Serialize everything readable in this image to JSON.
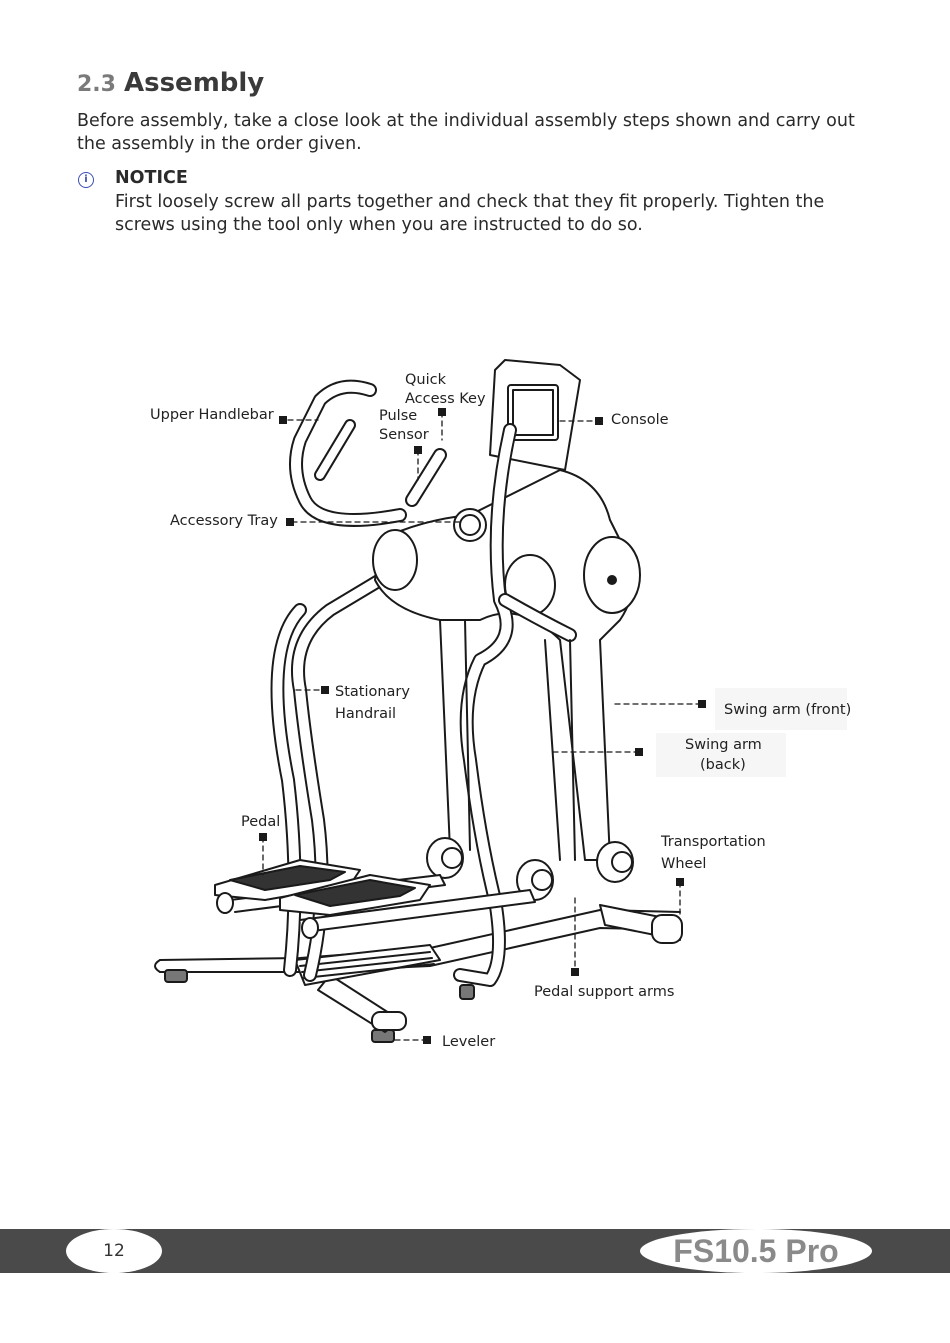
{
  "section": {
    "number": "2.3",
    "title": "Assembly"
  },
  "intro": "Before assembly, take a close look at the individual assembly steps shown and carry out the assembly in the order given.",
  "notice": {
    "icon": "info-icon",
    "title": "NOTICE",
    "text": "First loosely screw all parts together and check that they fit properly. Tighten the screws using the tool only when you are instructed to do so."
  },
  "labels": {
    "upper_handlebar": "Upper Handlebar",
    "quick_access_key_1": "Quick",
    "quick_access_key_2": "Access Key",
    "pulse_sensor_1": "Pulse",
    "pulse_sensor_2": "Sensor",
    "console": "Console",
    "accessory_tray": "Accessory Tray",
    "stationary_handrail_1": "Stationary",
    "stationary_handrail_2": "Handrail",
    "swing_arm_front": "Swing arm (front)",
    "swing_arm_back_1": "Swing arm",
    "swing_arm_back_2": "(back)",
    "pedal": "Pedal",
    "transportation_wheel_1": "Transportation",
    "transportation_wheel_2": "Wheel",
    "pedal_support_arms": "Pedal support arms",
    "leveler": "Leveler"
  },
  "footer": {
    "page_number": "12",
    "model": "FS10.5 Pro"
  }
}
